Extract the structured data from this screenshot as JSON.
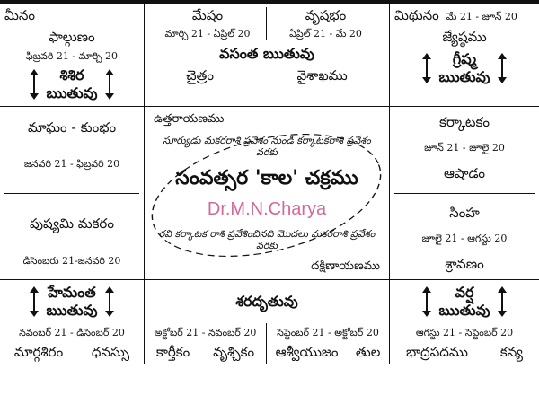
{
  "title": "సంవత్సర 'కాల' చక్రము",
  "author": "Dr.M.N.Charya",
  "ayana": {
    "north": "ఉత్తరాయణము",
    "south": "దక్షిణాయణము"
  },
  "cycle_text": {
    "upper": "సూర్యుడు మకరరాశి ప్రవేశం నుండి కర్కాటకరాశి ప్రవేశం వరకు",
    "lower": "రవి కర్కాటక రాశి ప్రవేశించినది మొదలు మకరరాశి ప్రవేశం వరకు"
  },
  "signs": {
    "meena": "మీనం",
    "mesha": {
      "name": "మేషం",
      "dates": "మార్చి 21 - ఏప్రిల్ 20"
    },
    "vrishabha": {
      "name": "వృషభం",
      "dates": "ఏప్రిల్ 21 - మే 20"
    },
    "mithuna": {
      "name": "మిథునం",
      "dates": "మే 21 - జూన్ 20"
    },
    "karkataka": {
      "name": "కర్కాటకం",
      "dates": "జూన్ 21 - జూలై 20"
    },
    "simha": {
      "name": "సింహ",
      "dates": "జూలై 21 - ఆగస్టు 20"
    },
    "kanya": "కన్య",
    "tula": "తుల",
    "vrischika": "వృశ్చికం",
    "dhanus": "ధనస్సు",
    "makara": "పుష్యమి మకరం",
    "kumbha": "మాఘం - కుంభం"
  },
  "months": {
    "phalguna": {
      "name": "ఫాల్గుణం",
      "dates": "ఫిబ్రవరి 21 - మార్చి 20"
    },
    "chaitra": "చైత్రం",
    "vaisakha": "వైశాఖము",
    "jyeshta": "జ్యేష్ఠము",
    "ashada": "ఆషాడం",
    "sravana": "శ్రావణం",
    "bhadrapada": {
      "name": "భాద్రపదము",
      "dates": "ఆగస్టు 21 - సెప్టెంబర్ 20"
    },
    "aswayuja": {
      "name": "ఆశ్వీయుజం",
      "dates": "సెప్టెంబర్ 21 - అక్టోబర్ 20"
    },
    "kartika": {
      "name": "కార్తీకం",
      "dates": "అక్టోబర్ 21 - నవంబర్ 20"
    },
    "margasira": {
      "name": "మార్గశిరం",
      "dates": "నవంబర్ 21 - డిసెంబర్ 20"
    },
    "pushya_dates": "డిసెంబరు 21-జనవరి 20",
    "magha_dates": "జనవరి 21 - ఫిబ్రవరి 20"
  },
  "seasons": {
    "sisira": [
      "శిశిర",
      "ఋతువు"
    ],
    "vasanta": "వసంత ఋతువు",
    "grishma": [
      "గ్రీష్మ",
      "ఋతువు"
    ],
    "varsha": [
      "వర్ష",
      "ఋతువు"
    ],
    "sarad": "శరదృతువు",
    "hemanta": [
      "హేమంత",
      "ఋతువు"
    ]
  },
  "colors": {
    "author": "#d06a9a",
    "lines": "#111111"
  }
}
